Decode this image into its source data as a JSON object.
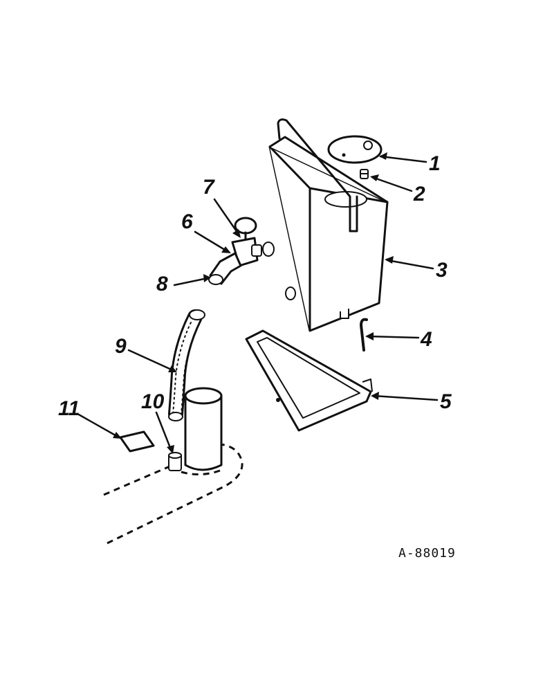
{
  "figure_id": "A-88019",
  "callouts": [
    {
      "label": "1",
      "part": "tank-cap"
    },
    {
      "label": "2",
      "part": "cap-chain-fitting"
    },
    {
      "label": "3",
      "part": "water-tank"
    },
    {
      "label": "4",
      "part": "retaining-pin"
    },
    {
      "label": "5",
      "part": "tank-support-bracket"
    },
    {
      "label": "6",
      "part": "valve-body"
    },
    {
      "label": "7",
      "part": "valve-handle"
    },
    {
      "label": "8",
      "part": "elbow-fitting"
    },
    {
      "label": "9",
      "part": "flexible-hose"
    },
    {
      "label": "10",
      "part": "hose-connector"
    },
    {
      "label": "11",
      "part": "gasket"
    }
  ]
}
